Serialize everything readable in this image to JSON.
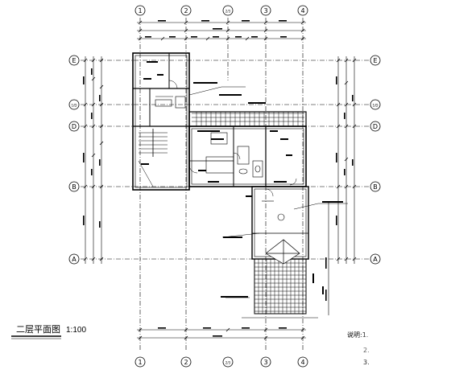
{
  "drawing": {
    "title": "二层平面图",
    "scale": "1:100"
  },
  "axes": {
    "columns": [
      "1",
      "2",
      "2/3",
      "3",
      "4"
    ],
    "rows": [
      "E",
      "1/D",
      "D",
      "B",
      "A"
    ]
  },
  "notes": {
    "lines": [
      "说明:1.",
      "2.",
      "3."
    ]
  },
  "colors": {
    "line": "#000000",
    "background": "#ffffff"
  }
}
